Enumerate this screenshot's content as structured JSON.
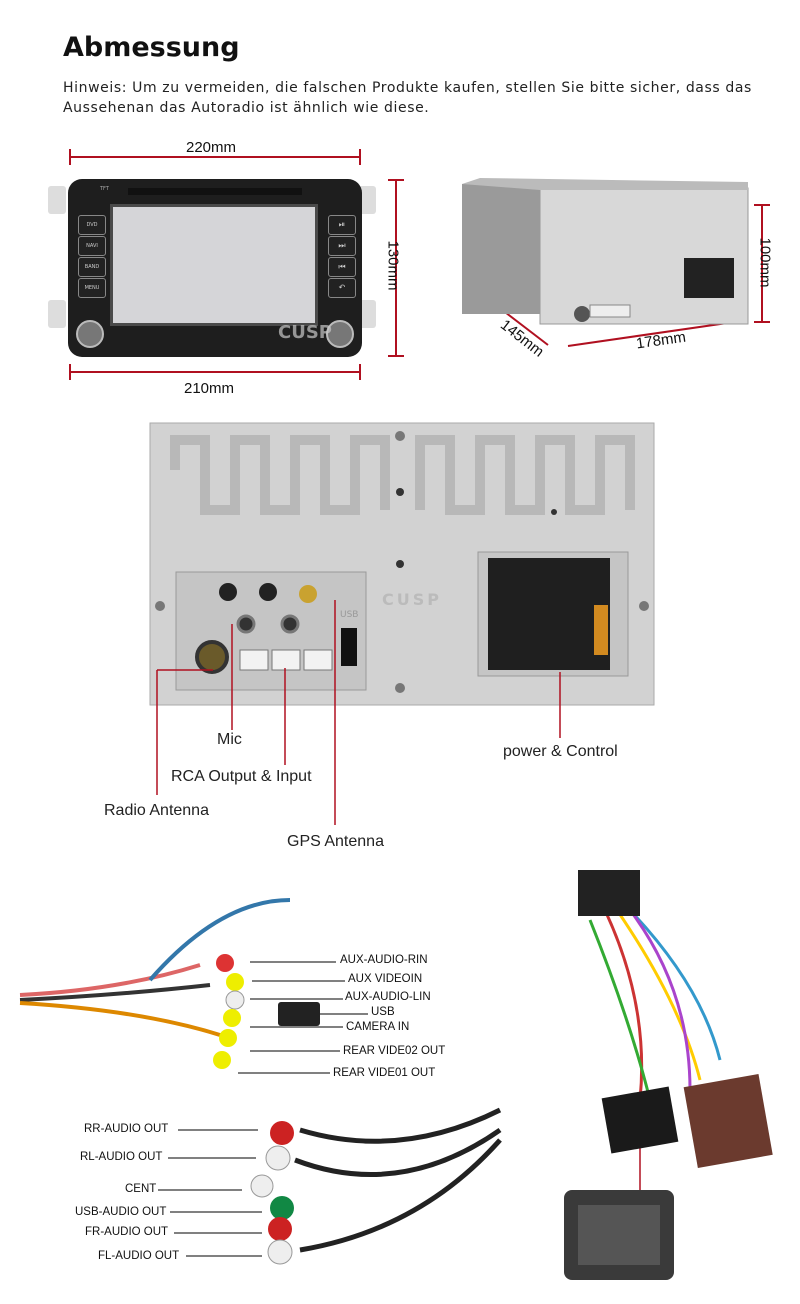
{
  "title": "Abmessung",
  "hint": "Hinweis: Um zu vermeiden, die falschen Produkte kaufen, stellen Sie bitte sicher, dass das Aussehenan das Autoradio ist ähnlich wie diese.",
  "dimensions": {
    "front_top_width": "220mm",
    "front_bottom_width": "210mm",
    "front_height": "130mm",
    "side_height": "100mm",
    "side_depth": "145mm",
    "side_width": "178mm"
  },
  "radio_front": {
    "left_buttons": [
      "DVD",
      "NAVI",
      "BAND",
      "MENU"
    ],
    "right_buttons": [
      "⏯",
      "⏭",
      "⏮",
      "↶"
    ],
    "top_button": "TFT",
    "brand_watermark": "CUSP"
  },
  "back_panel": {
    "brand_watermark": "CUSP",
    "usb_label": "USB",
    "callouts": {
      "mic": "Mic",
      "rca": "RCA Output & Input",
      "radio_antenna": "Radio Antenna",
      "gps_antenna": "GPS Antenna",
      "power": "power & Control"
    }
  },
  "cable_labels_top": [
    "AUX-AUDIO-RIN",
    "AUX VIDEOIN",
    "AUX-AUDIO-LIN",
    "USB",
    "CAMERA IN",
    "REAR VIDE02 OUT",
    "REAR VIDE01 OUT"
  ],
  "cable_labels_bottom": [
    "RR-AUDIO OUT",
    "RL-AUDIO OUT",
    "CENT",
    "USB-AUDIO OUT",
    "FR-AUDIO OUT",
    "FL-AUDIO OUT"
  ],
  "colors": {
    "dim_line": "#b01020",
    "callout_line": "#b01020",
    "panel": "#d4d4d4"
  }
}
